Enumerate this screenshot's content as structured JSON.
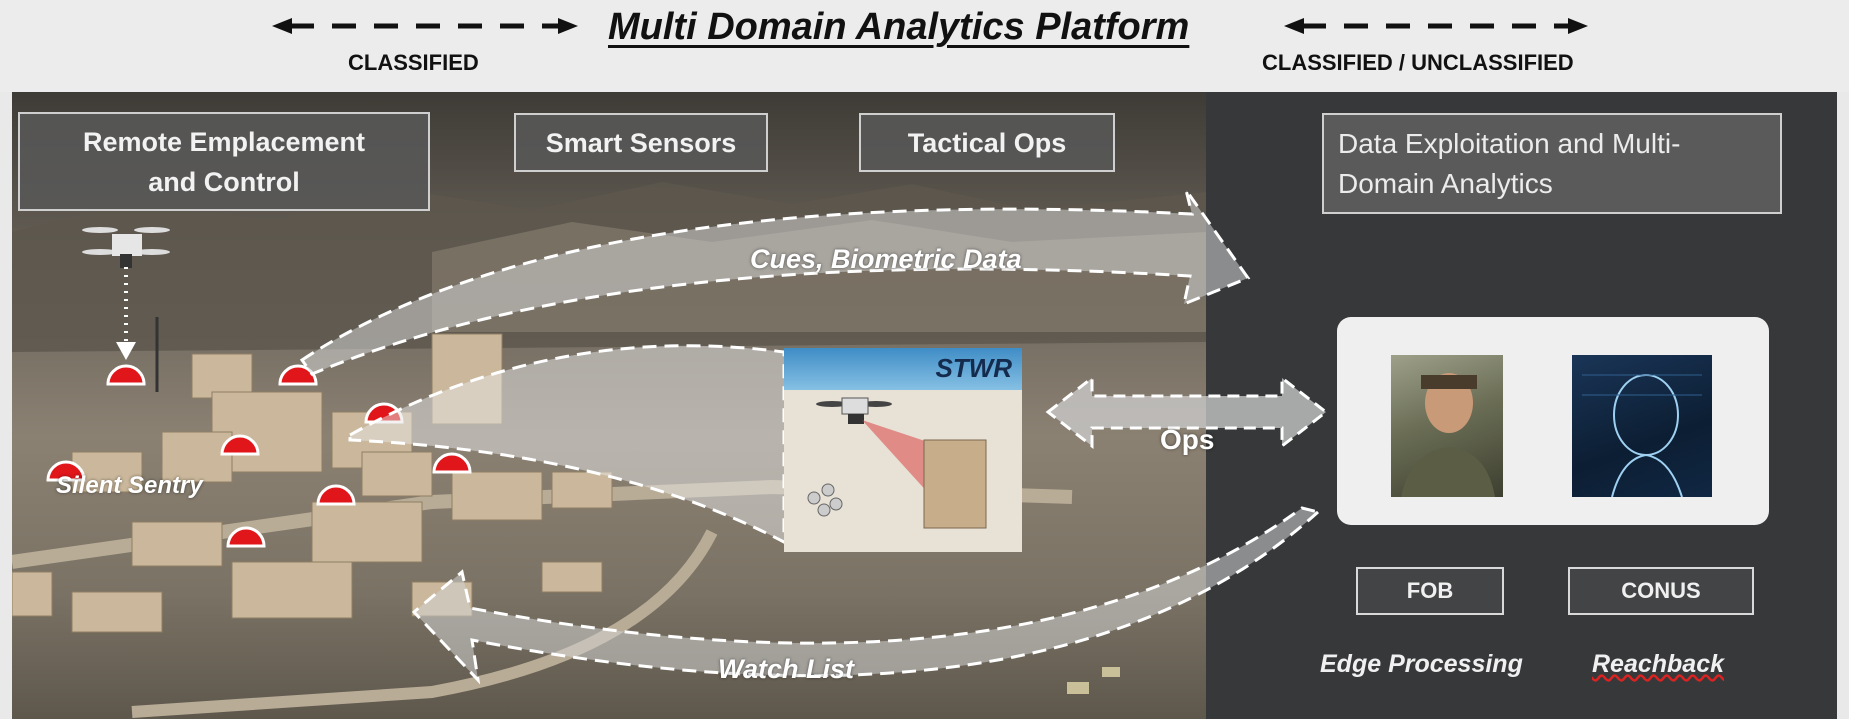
{
  "header": {
    "title": "Multi Domain Analytics Platform",
    "left_label": "CLASSIFIED",
    "right_label": "CLASSIFIED / UNCLASSIFIED"
  },
  "boxes": {
    "remote_line1": "Remote Emplacement",
    "remote_line2": "and Control",
    "sensors": "Smart Sensors",
    "tactical": "Tactical Ops",
    "data_line1": "Data Exploitation and Multi-",
    "data_line2": "Domain Analytics",
    "fob": "FOB",
    "conus": "CONUS"
  },
  "flows": {
    "top": "Cues, Biometric Data",
    "bottom": "Watch List",
    "middle": "Ops"
  },
  "scene": {
    "sentry": "Silent Sentry",
    "card": "STWR"
  },
  "panel": {
    "edge": "Edge Processing",
    "reach": "Reachback"
  },
  "colors": {
    "header_bg": "#ececec",
    "dark_panel": "#36383a",
    "box_fill": "#585858",
    "sensor_marker": "#e0161b",
    "stwr_text": "#152b4d"
  }
}
